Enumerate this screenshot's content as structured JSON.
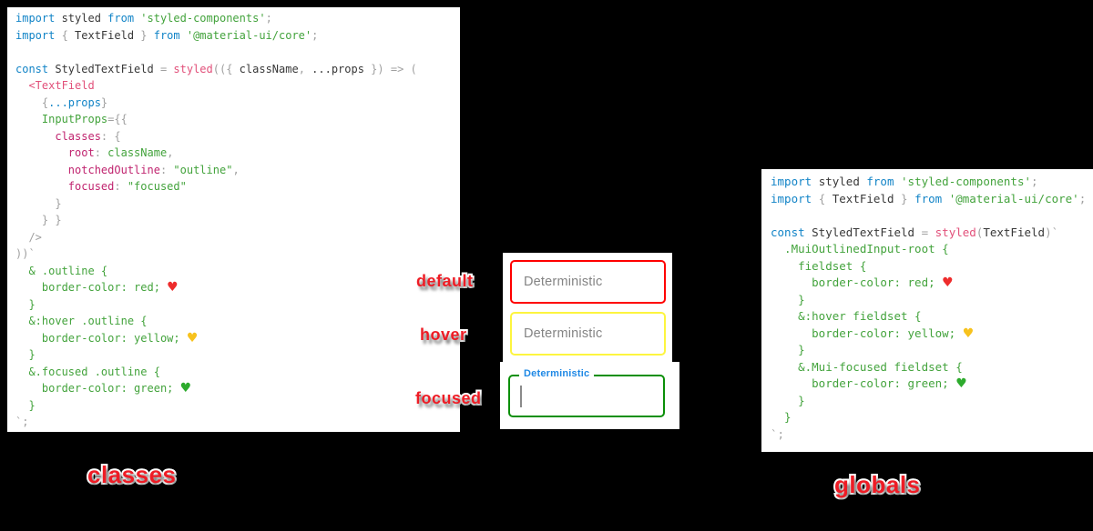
{
  "colors": {
    "background": "#000000",
    "panel_bg": "#ffffff",
    "syntax_keyword_blue": "#1284c7",
    "syntax_identifier": "#383838",
    "syntax_punctuation": "#a0a0a0",
    "syntax_function_pink": "#e2507a",
    "syntax_green": "#43a33c",
    "syntax_object_key_magenta": "#c0246f",
    "sticker_red": "#ee1c25",
    "tf_default_border": "#ff0000",
    "tf_hover_border": "#fdf53f",
    "tf_focused_border": "#0a8f08",
    "tf_focused_label_blue": "#1e88e5",
    "tf_placeholder_gray": "#848484"
  },
  "stickers": {
    "default": "default",
    "hover": "hover",
    "focused": "focused",
    "classes": "classes",
    "globals": "globals"
  },
  "textfields": {
    "default": {
      "state": "default",
      "placeholder": "Deterministic",
      "border_color": "#ff0000"
    },
    "hover": {
      "state": "hover",
      "placeholder": "Deterministic",
      "border_color": "#fdf53f"
    },
    "focused": {
      "state": "focused",
      "label": "Deterministic",
      "border_color": "#0a8f08"
    }
  },
  "code_classes": {
    "lines": [
      [
        {
          "c": "kw",
          "t": "import "
        },
        {
          "c": "id",
          "t": "styled "
        },
        {
          "c": "kw",
          "t": "from "
        },
        {
          "c": "grn",
          "t": "'styled-components'"
        },
        {
          "c": "pun",
          "t": ";"
        }
      ],
      [
        {
          "c": "kw",
          "t": "import "
        },
        {
          "c": "pun",
          "t": "{ "
        },
        {
          "c": "id",
          "t": "TextField "
        },
        {
          "c": "pun",
          "t": "} "
        },
        {
          "c": "kw",
          "t": "from "
        },
        {
          "c": "grn",
          "t": "'@material-ui/core'"
        },
        {
          "c": "pun",
          "t": ";"
        }
      ],
      [],
      [
        {
          "c": "kw",
          "t": "const "
        },
        {
          "c": "id",
          "t": "StyledTextField "
        },
        {
          "c": "pun",
          "t": "= "
        },
        {
          "c": "fn",
          "t": "styled"
        },
        {
          "c": "pun",
          "t": "(({ "
        },
        {
          "c": "id",
          "t": "className"
        },
        {
          "c": "pun",
          "t": ", "
        },
        {
          "c": "id",
          "t": "...props"
        },
        {
          "c": "pun",
          "t": " }) => ("
        }
      ],
      [
        {
          "c": "fn",
          "t": "  <TextField"
        }
      ],
      [
        {
          "c": "pun",
          "t": "    {"
        },
        {
          "c": "kw",
          "t": "...props"
        },
        {
          "c": "pun",
          "t": "}"
        }
      ],
      [
        {
          "c": "grn",
          "t": "    InputProps"
        },
        {
          "c": "pun",
          "t": "={{"
        }
      ],
      [
        {
          "c": "key",
          "t": "      classes"
        },
        {
          "c": "pun",
          "t": ": {"
        }
      ],
      [
        {
          "c": "key",
          "t": "        root"
        },
        {
          "c": "pun",
          "t": ": "
        },
        {
          "c": "grn",
          "t": "className"
        },
        {
          "c": "pun",
          "t": ","
        }
      ],
      [
        {
          "c": "key",
          "t": "        notchedOutline"
        },
        {
          "c": "pun",
          "t": ": "
        },
        {
          "c": "grn",
          "t": "\"outline\""
        },
        {
          "c": "pun",
          "t": ","
        }
      ],
      [
        {
          "c": "key",
          "t": "        focused"
        },
        {
          "c": "pun",
          "t": ": "
        },
        {
          "c": "grn",
          "t": "\"focused\""
        }
      ],
      [
        {
          "c": "pun",
          "t": "      }"
        }
      ],
      [
        {
          "c": "pun",
          "t": "    } }"
        }
      ],
      [
        {
          "c": "pun",
          "t": "  />"
        }
      ],
      [
        {
          "c": "pun",
          "t": "))`"
        }
      ],
      [
        {
          "c": "grn",
          "t": "  & .outline {"
        }
      ],
      [
        {
          "c": "grn",
          "t": "    border-color: red; "
        },
        {
          "c": "heart-red",
          "t": "♥"
        }
      ],
      [
        {
          "c": "grn",
          "t": "  }"
        }
      ],
      [
        {
          "c": "grn",
          "t": "  &:hover .outline {"
        }
      ],
      [
        {
          "c": "grn",
          "t": "    border-color: yellow; "
        },
        {
          "c": "heart-yellow",
          "t": "♥"
        }
      ],
      [
        {
          "c": "grn",
          "t": "  }"
        }
      ],
      [
        {
          "c": "grn",
          "t": "  &.focused .outline {"
        }
      ],
      [
        {
          "c": "grn",
          "t": "    border-color: green; "
        },
        {
          "c": "heart-green",
          "t": "♥"
        }
      ],
      [
        {
          "c": "grn",
          "t": "  }"
        }
      ],
      [
        {
          "c": "pun",
          "t": "`;"
        }
      ]
    ]
  },
  "code_globals": {
    "lines": [
      [
        {
          "c": "kw",
          "t": "import "
        },
        {
          "c": "id",
          "t": "styled "
        },
        {
          "c": "kw",
          "t": "from "
        },
        {
          "c": "grn",
          "t": "'styled-components'"
        },
        {
          "c": "pun",
          "t": ";"
        }
      ],
      [
        {
          "c": "kw",
          "t": "import "
        },
        {
          "c": "pun",
          "t": "{ "
        },
        {
          "c": "id",
          "t": "TextField "
        },
        {
          "c": "pun",
          "t": "} "
        },
        {
          "c": "kw",
          "t": "from "
        },
        {
          "c": "grn",
          "t": "'@material-ui/core'"
        },
        {
          "c": "pun",
          "t": ";"
        }
      ],
      [],
      [
        {
          "c": "kw",
          "t": "const "
        },
        {
          "c": "id",
          "t": "StyledTextField "
        },
        {
          "c": "pun",
          "t": "= "
        },
        {
          "c": "fn",
          "t": "styled"
        },
        {
          "c": "pun",
          "t": "("
        },
        {
          "c": "id",
          "t": "TextField"
        },
        {
          "c": "pun",
          "t": ")`"
        }
      ],
      [
        {
          "c": "grn",
          "t": "  .MuiOutlinedInput-root {"
        }
      ],
      [
        {
          "c": "grn",
          "t": "    fieldset {"
        }
      ],
      [
        {
          "c": "grn",
          "t": "      border-color: red; "
        },
        {
          "c": "heart-red",
          "t": "♥"
        }
      ],
      [
        {
          "c": "grn",
          "t": "    }"
        }
      ],
      [
        {
          "c": "grn",
          "t": "    &:hover fieldset {"
        }
      ],
      [
        {
          "c": "grn",
          "t": "      border-color: yellow; "
        },
        {
          "c": "heart-yellow",
          "t": "♥"
        }
      ],
      [
        {
          "c": "grn",
          "t": "    }"
        }
      ],
      [
        {
          "c": "grn",
          "t": "    &.Mui-focused fieldset {"
        }
      ],
      [
        {
          "c": "grn",
          "t": "      border-color: green; "
        },
        {
          "c": "heart-green",
          "t": "♥"
        }
      ],
      [
        {
          "c": "grn",
          "t": "    }"
        }
      ],
      [
        {
          "c": "grn",
          "t": "  }"
        }
      ],
      [
        {
          "c": "pun",
          "t": "`;"
        }
      ]
    ]
  }
}
